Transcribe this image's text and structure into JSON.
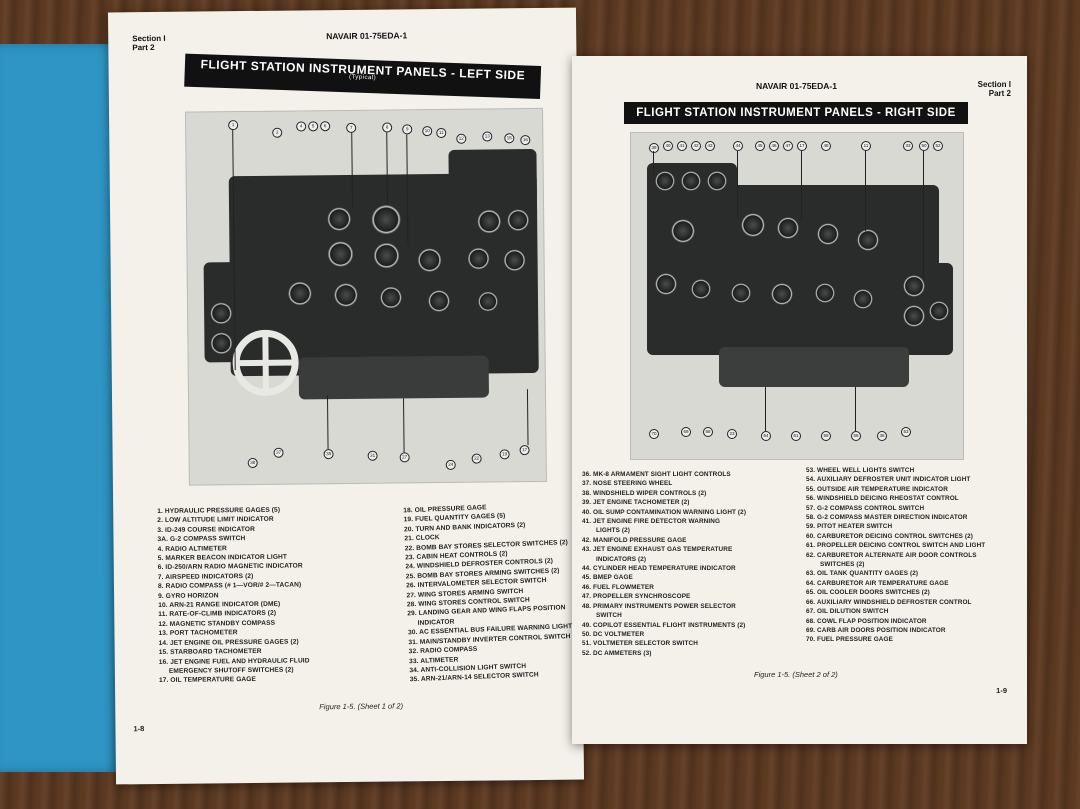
{
  "left_page": {
    "section": "Section I",
    "part": "Part 2",
    "doc_id": "NAVAIR 01-75EDA-1",
    "title": "FLIGHT STATION INSTRUMENT PANELS - LEFT SIDE",
    "subtitle": "(Typical)",
    "caption": "Figure 1-5. (Sheet 1 of 2)",
    "page_number": "1-8",
    "legend_col1": [
      "1. HYDRAULIC PRESSURE GAGES (5)",
      "2. LOW ALTITUDE LIMIT INDICATOR",
      "3. ID-249 COURSE INDICATOR",
      "3A. G-2 COMPASS SWITCH",
      "4. RADIO ALTIMETER",
      "5. MARKER BEACON INDICATOR LIGHT",
      "6. ID-250/ARN RADIO MAGNETIC INDICATOR",
      "7. AIRSPEED INDICATORS (2)",
      "8. RADIO COMPASS (# 1—VOR/# 2—TACAN)",
      "9. GYRO HORIZON",
      "10. ARN-21 RANGE INDICATOR (DME)",
      "11. RATE-OF-CLIMB INDICATORS (2)",
      "12. MAGNETIC STANDBY COMPASS",
      "13. PORT TACHOMETER",
      "14. JET ENGINE OIL PRESSURE GAGES (2)",
      "15. STARBOARD TACHOMETER",
      "16. JET ENGINE FUEL AND HYDRAULIC FLUID",
      "EMERGENCY SHUTOFF SWITCHES (2)",
      "17. OIL TEMPERATURE GAGE"
    ],
    "legend_col2": [
      "18. OIL PRESSURE GAGE",
      "19. FUEL QUANTITY GAGES (5)",
      "20. TURN AND BANK INDICATORS (2)",
      "21. CLOCK",
      "22. BOMB BAY STORES SELECTOR SWITCHES (2)",
      "23. CABIN HEAT CONTROLS (2)",
      "24. WINDSHIELD DEFROSTER CONTROLS (2)",
      "25. BOMB BAY STORES ARMING SWITCHES (2)",
      "26. INTERVALOMETER SELECTOR SWITCH",
      "27. WING STORES ARMING SWITCH",
      "28. WING STORES CONTROL SWITCH",
      "29. LANDING GEAR AND WING FLAPS POSITION",
      "INDICATOR",
      "30. AC ESSENTIAL BUS FAILURE WARNING LIGHT",
      "31. MAIN/STANDBY INVERTER CONTROL SWITCH",
      "32. RADIO COMPASS",
      "33. ALTIMETER",
      "34. ANTI-COLLISION LIGHT SWITCH",
      "35. ARN-21/ARN-14 SELECTOR SWITCH"
    ]
  },
  "right_page": {
    "section": "Section I",
    "part": "Part 2",
    "doc_id": "NAVAIR 01-75EDA-1",
    "title": "FLIGHT STATION INSTRUMENT PANELS - RIGHT SIDE",
    "caption": "Figure 1-5. (Sheet 2 of 2)",
    "page_number": "1-9",
    "legend_col1": [
      "36. MK-8 ARMAMENT SIGHT LIGHT CONTROLS",
      "37. NOSE STEERING WHEEL",
      "38. WINDSHIELD WIPER CONTROLS (2)",
      "39. JET ENGINE TACHOMETER (2)",
      "40. OIL SUMP CONTAMINATION WARNING LIGHT (2)",
      "41. JET ENGINE FIRE DETECTOR WARNING",
      "LIGHTS (2)",
      "42. MANIFOLD PRESSURE GAGE",
      "43. JET ENGINE EXHAUST GAS TEMPERATURE",
      "INDICATORS (2)",
      "44. CYLINDER HEAD TEMPERATURE INDICATOR",
      "45. BMEP GAGE",
      "46. FUEL FLOWMETER",
      "47. PROPELLER SYNCHROSCOPE",
      "48. PRIMARY INSTRUMENTS POWER SELECTOR",
      "SWITCH",
      "49. COPILOT ESSENTIAL FLIGHT INSTRUMENTS (2)",
      "50. DC VOLTMETER",
      "51. VOLTMETER SELECTOR SWITCH",
      "52. DC AMMETERS (3)"
    ],
    "legend_col2": [
      "53. WHEEL WELL LIGHTS SWITCH",
      "54. AUXILIARY DEFROSTER UNIT INDICATOR LIGHT",
      "55. OUTSIDE AIR TEMPERATURE INDICATOR",
      "56. WINDSHIELD DEICING RHEOSTAT CONTROL",
      "57. G-2 COMPASS CONTROL SWITCH",
      "58. G-2 COMPASS MASTER DIRECTION INDICATOR",
      "59. PITOT HEATER SWITCH",
      "60. CARBURETOR DEICING CONTROL SWITCHES (2)",
      "61. PROPELLER DEICING CONTROL SWITCH AND LIGHT",
      "62. CARBURETOR ALTERNATE AIR DOOR CONTROLS",
      "SWITCHES (2)",
      "63. OIL TANK QUANTITY GAGES (2)",
      "64. CARBURETOR AIR TEMPERATURE GAGE",
      "65. OIL COOLER DOORS SWITCHES (2)",
      "66. AUXILIARY WINDSHIELD DEFROSTER CONTROL",
      "67. OIL DILUTION SWITCH",
      "68. COWL FLAP POSITION INDICATOR",
      "69. CARB AIR DOORS POSITION INDICATOR",
      "70. FUEL PRESSURE GAGE"
    ]
  },
  "colors": {
    "binder": "#2f95c4",
    "paper": "#f3f1ea",
    "banner": "#111111",
    "wood": "#5b3a22"
  }
}
